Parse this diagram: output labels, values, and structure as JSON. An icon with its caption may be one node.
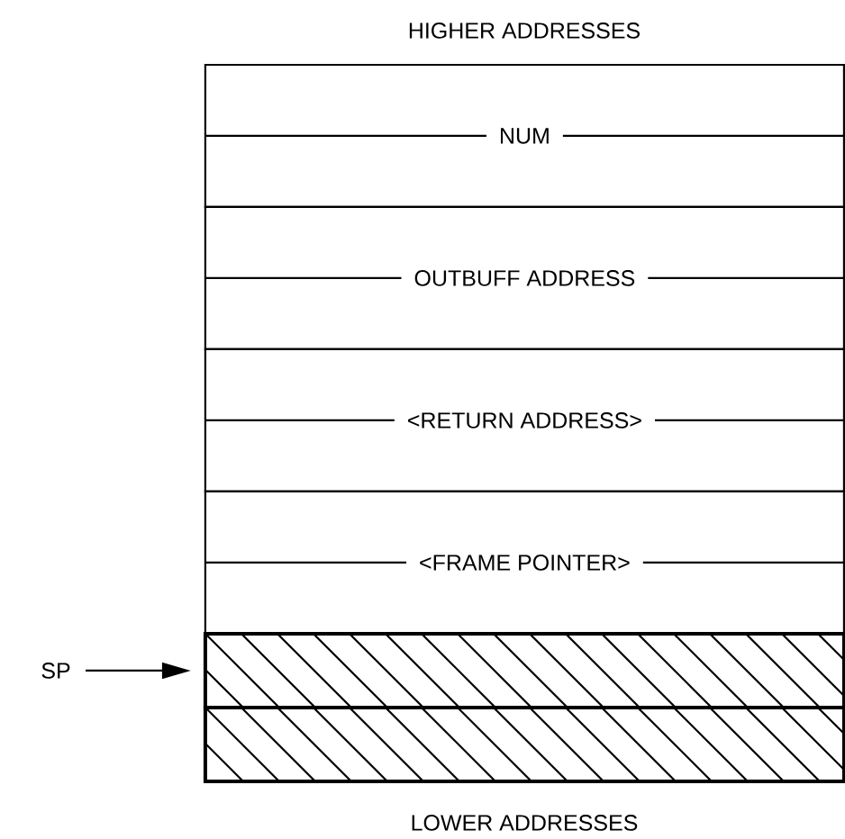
{
  "diagram": {
    "nodes": [
      {
        "text": [
          "NUM"
        ]
      },
      {
        "text": [
          "OUTBUFF ADDRESS"
        ]
      },
      {
        "text": [
          "<RETURN ADDRESS>"
        ]
      },
      {
        "text": [
          "<FRAME POINTER>"
        ]
      },
      {
        "text": [],
        "shape": "box"
      },
      {
        "text": [],
        "shape": "box"
      },
      {
        "text": [
          "SP"
        ]
      }
    ],
    "edges": [
      {
        "from": 6,
        "to": 4,
        "arrow": "to"
      }
    ],
    "labels": [
      "HIGHER ADDRESSES",
      "LOWER ADDRESSES"
    ]
  }
}
